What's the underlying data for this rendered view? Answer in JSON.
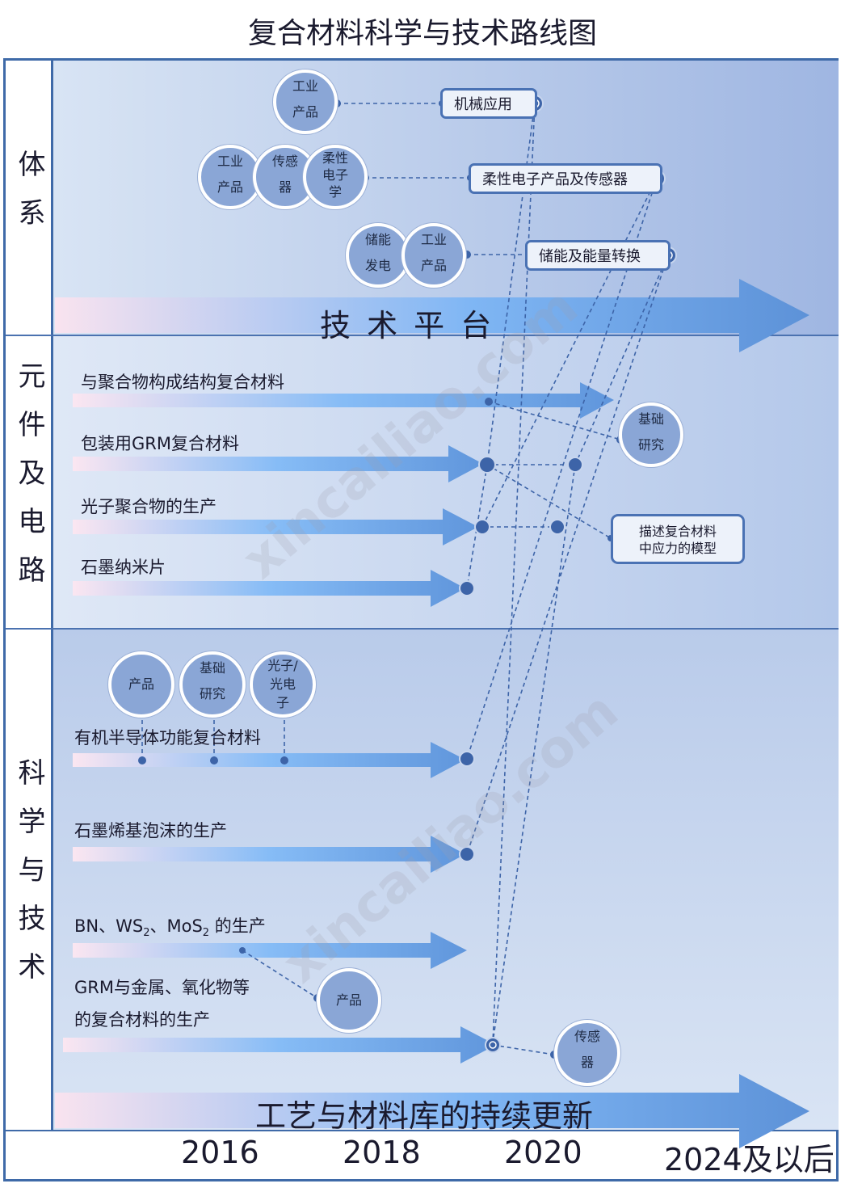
{
  "title": "复合材料科学与技术路线图",
  "sections": {
    "top": "体系",
    "middle": "元件及电路",
    "bottom": "科学与技术"
  },
  "years": [
    "2016",
    "2018",
    "2020",
    "2024及以后"
  ],
  "platform_label": "技 术 平 台",
  "update_label": "工艺与材料库的持续更新",
  "top": {
    "circle_industry1": [
      "工业",
      "产品"
    ],
    "circle_industry2": [
      "工业",
      "产品"
    ],
    "circle_sensor": [
      "传感",
      "器"
    ],
    "circle_flex": [
      "柔性",
      "电子",
      "学"
    ],
    "circle_storage": [
      "储能",
      "发电"
    ],
    "circle_industry3": [
      "工业",
      "产品"
    ],
    "box_mech": "机械应用",
    "box_flex": "柔性电子产品及传感器",
    "box_energy": "储能及能量转换"
  },
  "middle": {
    "row1": "与聚合物构成结构复合材料",
    "row2": "包装用GRM复合材料",
    "row3": "光子聚合物的生产",
    "row4": "石墨纳米片",
    "circle_basic": [
      "基础",
      "研究"
    ],
    "box_model": [
      "描述复合材料",
      "中应力的模型"
    ]
  },
  "bottom": {
    "circle_product": "产品",
    "circle_basic": [
      "基础",
      "研究"
    ],
    "circle_photonic": [
      "光子/",
      "光电",
      "子"
    ],
    "row1": "有机半导体功能复合材料",
    "row2": "石墨烯基泡沫的生产",
    "row3_a": "BN、WS",
    "row3_sub1": "2",
    "row3_b": "、MoS",
    "row3_sub2": "2",
    "row3_c": " 的生产",
    "row4_line1": "GRM与金属、氧化物等",
    "row4_line2": "的复合材料的生产",
    "circle_product2": "产品",
    "circle_sensor": [
      "传感",
      "器"
    ]
  },
  "watermark": "xincailiao.com"
}
